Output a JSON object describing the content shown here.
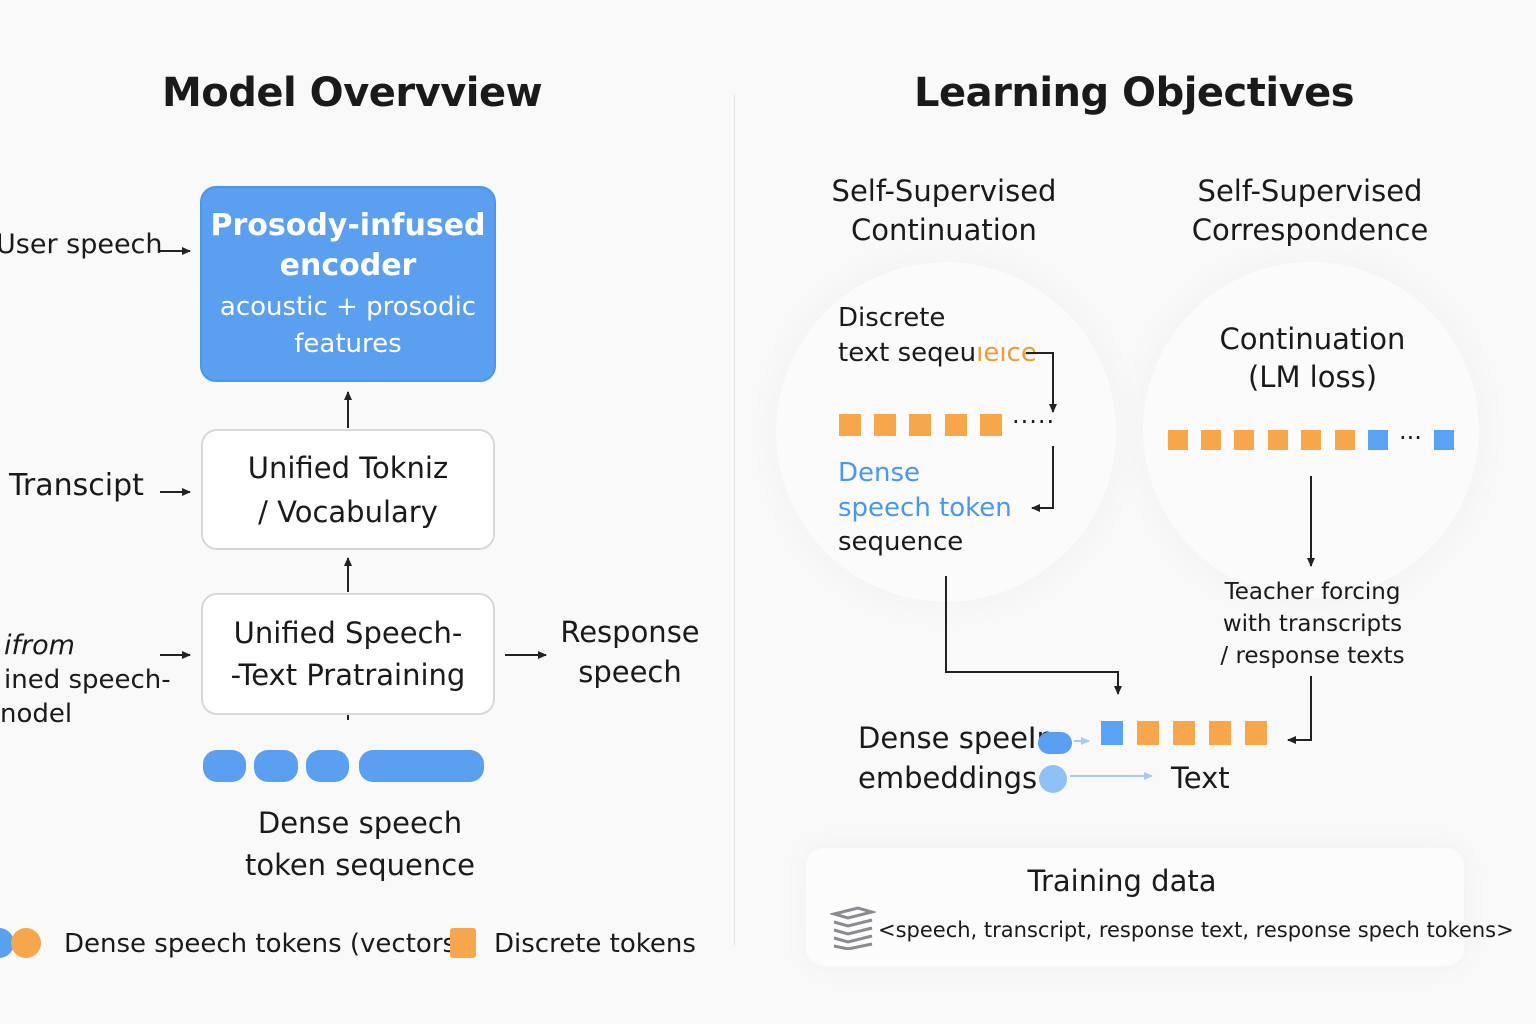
{
  "left": {
    "title": "Model Overvview",
    "encoder": {
      "title_line1": "Prosody-infused",
      "title_line2": "encoder",
      "sub_line1": "acoustic + prosodic",
      "sub_line2": "features"
    },
    "tokenizer": {
      "line1": "Unified Tokniz",
      "line2": "/ Vocabulary"
    },
    "pretraining": {
      "line1": "Unified Speech-",
      "line2": "-Text Pratraining"
    },
    "inputs": {
      "user_speech": "User speech",
      "transcript": "Transcipt",
      "from_line1": "ifrom",
      "from_line2": "ined speech-",
      "from_line3": "nodel"
    },
    "response": {
      "line1": "Response",
      "line2": "speech"
    },
    "dense_seq": {
      "line1": "Dense speech",
      "line2": "token sequence"
    },
    "legend": {
      "dense": "Dense speech tokens (vectors)",
      "discrete": "Discrete tokens"
    }
  },
  "right": {
    "title": "Learning Objectives",
    "col1": {
      "line1": "Self-Supervised",
      "line2": "Continuation"
    },
    "col2": {
      "line1": "Self-Supervised",
      "line2": "Correspondence"
    },
    "discrete_line1": "Discrete",
    "discrete_line2a": "text seqeu",
    "discrete_line2b": "ıeıce",
    "ellipsis1": "·····",
    "dense_line1": "Dense",
    "dense_line2": "speech token",
    "dense_line3": "sequence",
    "continuation_line1": "Continuation",
    "continuation_line2": "(LM loss)",
    "ellipsis2": "···",
    "teacher_line1": "Teacher forcing",
    "teacher_line2": "with transcripts",
    "teacher_line3": "/ response texts",
    "emb_line1": "Dense speeIn",
    "emb_line2": "embeddings",
    "text_label": "Text",
    "training": {
      "title": "Training data",
      "tuple": "<speech, transcript, response text, response spech tokens>"
    }
  },
  "colors": {
    "blue": "#5b9ff1",
    "orange": "#f8a64c",
    "border": "#d8d8dc"
  },
  "icons": [
    "stack-icon",
    "arrow-icon"
  ]
}
